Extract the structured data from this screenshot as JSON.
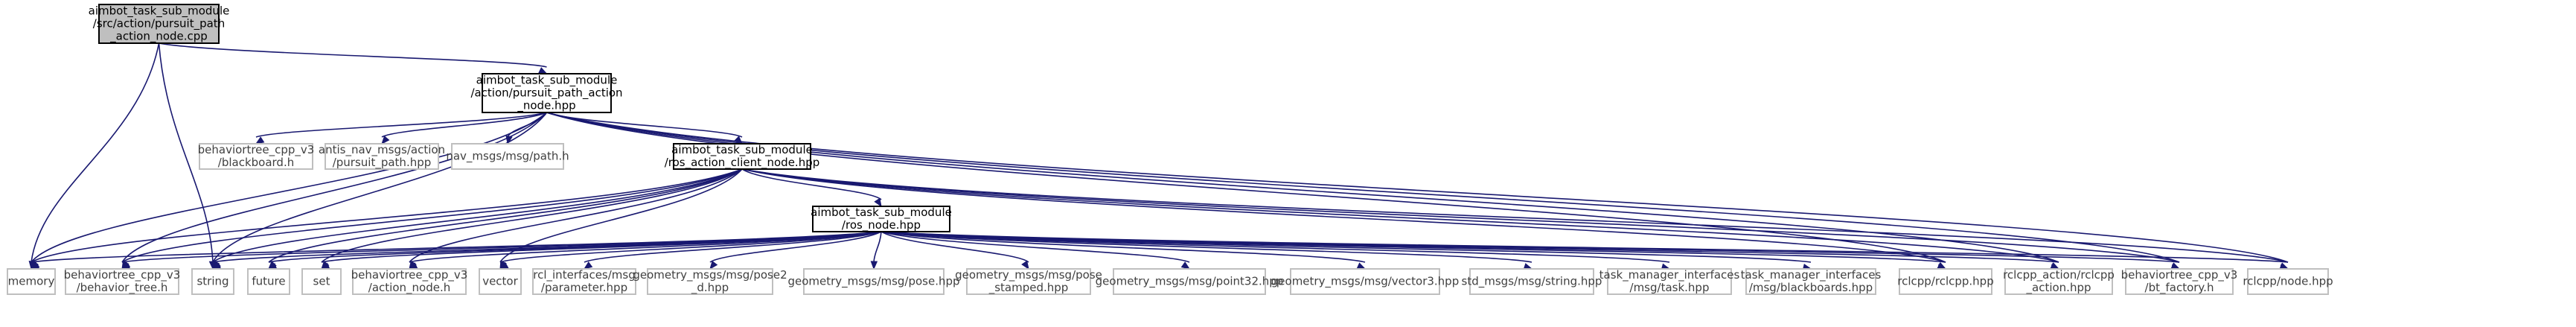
{
  "nodes": [
    {
      "id": "main",
      "kind": "main",
      "lines": [
        "aimbot_task_sub_module",
        "/src/action/pursuit_path",
        "_action_node.cpp"
      ]
    },
    {
      "id": "pursuit_hpp",
      "kind": "header",
      "lines": [
        "aimbot_task_sub_module",
        "/action/pursuit_path_action",
        "_node.hpp"
      ]
    },
    {
      "id": "bb",
      "kind": "ext",
      "lines": [
        "behaviortree_cpp_v3",
        "/blackboard.h"
      ]
    },
    {
      "id": "antis",
      "kind": "ext",
      "lines": [
        "antis_nav_msgs/action",
        "/pursuit_path.hpp"
      ]
    },
    {
      "id": "navpath",
      "kind": "ext",
      "lines": [
        "nav_msgs/msg/path.h"
      ]
    },
    {
      "id": "rac",
      "kind": "header",
      "lines": [
        "aimbot_task_sub_module",
        "/ros_action_client_node.hpp"
      ]
    },
    {
      "id": "rosnode",
      "kind": "header",
      "lines": [
        "aimbot_task_sub_module",
        "/ros_node.hpp"
      ]
    },
    {
      "id": "memory",
      "kind": "ext",
      "lines": [
        "memory"
      ]
    },
    {
      "id": "btree",
      "kind": "ext",
      "lines": [
        "behaviortree_cpp_v3",
        "/behavior_tree.h"
      ]
    },
    {
      "id": "string",
      "kind": "ext",
      "lines": [
        "string"
      ]
    },
    {
      "id": "future",
      "kind": "ext",
      "lines": [
        "future"
      ]
    },
    {
      "id": "set",
      "kind": "ext",
      "lines": [
        "set"
      ]
    },
    {
      "id": "actionnode",
      "kind": "ext",
      "lines": [
        "behaviortree_cpp_v3",
        "/action_node.h"
      ]
    },
    {
      "id": "vector",
      "kind": "ext",
      "lines": [
        "vector"
      ]
    },
    {
      "id": "param",
      "kind": "ext",
      "lines": [
        "rcl_interfaces/msg",
        "/parameter.hpp"
      ]
    },
    {
      "id": "pose2d",
      "kind": "ext",
      "lines": [
        "geometry_msgs/msg/pose2",
        "_d.hpp"
      ]
    },
    {
      "id": "pose",
      "kind": "ext",
      "lines": [
        "geometry_msgs/msg/pose.hpp"
      ]
    },
    {
      "id": "posest",
      "kind": "ext",
      "lines": [
        "geometry_msgs/msg/pose",
        "_stamped.hpp"
      ]
    },
    {
      "id": "point32",
      "kind": "ext",
      "lines": [
        "geometry_msgs/msg/point32.hpp"
      ]
    },
    {
      "id": "vector3",
      "kind": "ext",
      "lines": [
        "geometry_msgs/msg/vector3.hpp"
      ]
    },
    {
      "id": "stdstring",
      "kind": "ext",
      "lines": [
        "std_msgs/msg/string.hpp"
      ]
    },
    {
      "id": "task",
      "kind": "ext",
      "lines": [
        "task_manager_interfaces",
        "/msg/task.hpp"
      ]
    },
    {
      "id": "blackboards",
      "kind": "ext",
      "lines": [
        "task_manager_interfaces",
        "/msg/blackboards.hpp"
      ]
    },
    {
      "id": "rclcpp",
      "kind": "ext",
      "lines": [
        "rclcpp/rclcpp.hpp"
      ]
    },
    {
      "id": "rclaction",
      "kind": "ext",
      "lines": [
        "rclcpp_action/rclcpp",
        "_action.hpp"
      ]
    },
    {
      "id": "btfactory",
      "kind": "ext",
      "lines": [
        "behaviortree_cpp_v3",
        "/bt_factory.h"
      ]
    },
    {
      "id": "rclnode",
      "kind": "ext",
      "lines": [
        "rclcpp/node.hpp"
      ]
    }
  ],
  "edges": [
    [
      "main",
      "pursuit_hpp"
    ],
    [
      "main",
      "memory"
    ],
    [
      "main",
      "string"
    ],
    [
      "pursuit_hpp",
      "bb"
    ],
    [
      "pursuit_hpp",
      "antis"
    ],
    [
      "pursuit_hpp",
      "navpath"
    ],
    [
      "pursuit_hpp",
      "rac"
    ],
    [
      "pursuit_hpp",
      "memory"
    ],
    [
      "pursuit_hpp",
      "btree"
    ],
    [
      "pursuit_hpp",
      "string"
    ],
    [
      "pursuit_hpp",
      "rclcpp"
    ],
    [
      "pursuit_hpp",
      "rclaction"
    ],
    [
      "pursuit_hpp",
      "btfactory"
    ],
    [
      "pursuit_hpp",
      "rclnode"
    ],
    [
      "rac",
      "rosnode"
    ],
    [
      "rac",
      "memory"
    ],
    [
      "rac",
      "string"
    ],
    [
      "rac",
      "future"
    ],
    [
      "rac",
      "set"
    ],
    [
      "rac",
      "actionnode"
    ],
    [
      "rac",
      "vector"
    ],
    [
      "rac",
      "btree"
    ],
    [
      "rac",
      "rclcpp"
    ],
    [
      "rac",
      "rclaction"
    ],
    [
      "rac",
      "btfactory"
    ],
    [
      "rac",
      "rclnode"
    ],
    [
      "rosnode",
      "memory"
    ],
    [
      "rosnode",
      "btree"
    ],
    [
      "rosnode",
      "string"
    ],
    [
      "rosnode",
      "future"
    ],
    [
      "rosnode",
      "set"
    ],
    [
      "rosnode",
      "actionnode"
    ],
    [
      "rosnode",
      "vector"
    ],
    [
      "rosnode",
      "param"
    ],
    [
      "rosnode",
      "pose2d"
    ],
    [
      "rosnode",
      "pose"
    ],
    [
      "rosnode",
      "posest"
    ],
    [
      "rosnode",
      "point32"
    ],
    [
      "rosnode",
      "vector3"
    ],
    [
      "rosnode",
      "stdstring"
    ],
    [
      "rosnode",
      "task"
    ],
    [
      "rosnode",
      "blackboards"
    ],
    [
      "rosnode",
      "rclcpp"
    ],
    [
      "rosnode",
      "rclaction"
    ],
    [
      "rosnode",
      "btfactory"
    ],
    [
      "rosnode",
      "rclnode"
    ]
  ]
}
